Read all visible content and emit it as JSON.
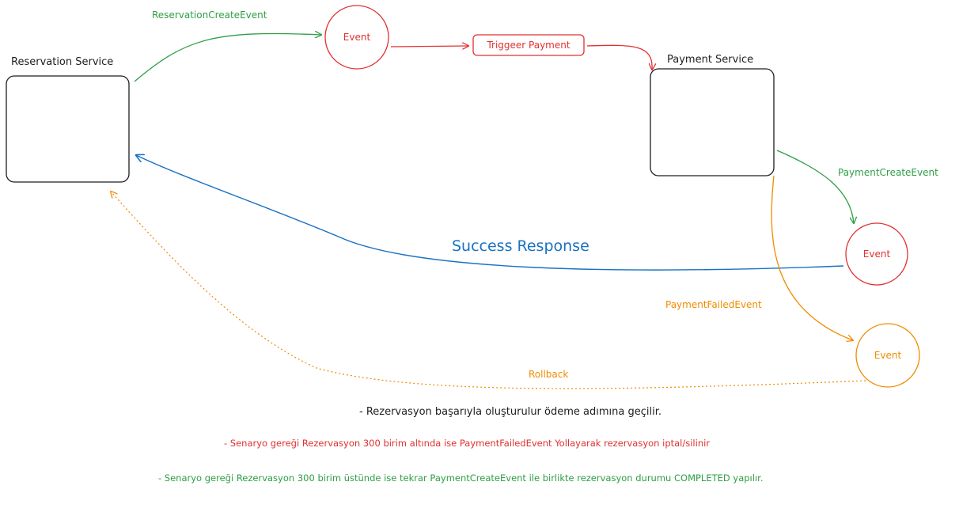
{
  "colors": {
    "ink": "#1e1e1e",
    "red": "#e03131",
    "green": "#2f9e44",
    "blue": "#1971c2",
    "orange": "#f08c00"
  },
  "services": {
    "reservation": {
      "label": "Reservation Service"
    },
    "payment": {
      "label": "Payment Service"
    }
  },
  "events": {
    "reservation_event": "Event",
    "payment_create_event": "Event",
    "payment_failed_event": "Event"
  },
  "trigger_box": "Triggeer Payment",
  "arrows": {
    "reservation_create": "ReservationCreateEvent",
    "payment_create": "PaymentCreateEvent",
    "payment_failed": "PaymentFailedEvent",
    "success": "Success Response",
    "rollback": "Rollback"
  },
  "notes": {
    "line1": "- Rezervasyon başarıyla oluşturulur ödeme adımına geçilir.",
    "line2": "- Senaryo gereği Rezervasyon 300 birim altında ise PaymentFailedEvent Yollayarak rezervasyon iptal/silinir",
    "line3": "- Senaryo gereği Rezervasyon 300 birim üstünde ise tekrar PaymentCreateEvent ile birlikte rezervasyon durumu COMPLETED yapılır."
  }
}
